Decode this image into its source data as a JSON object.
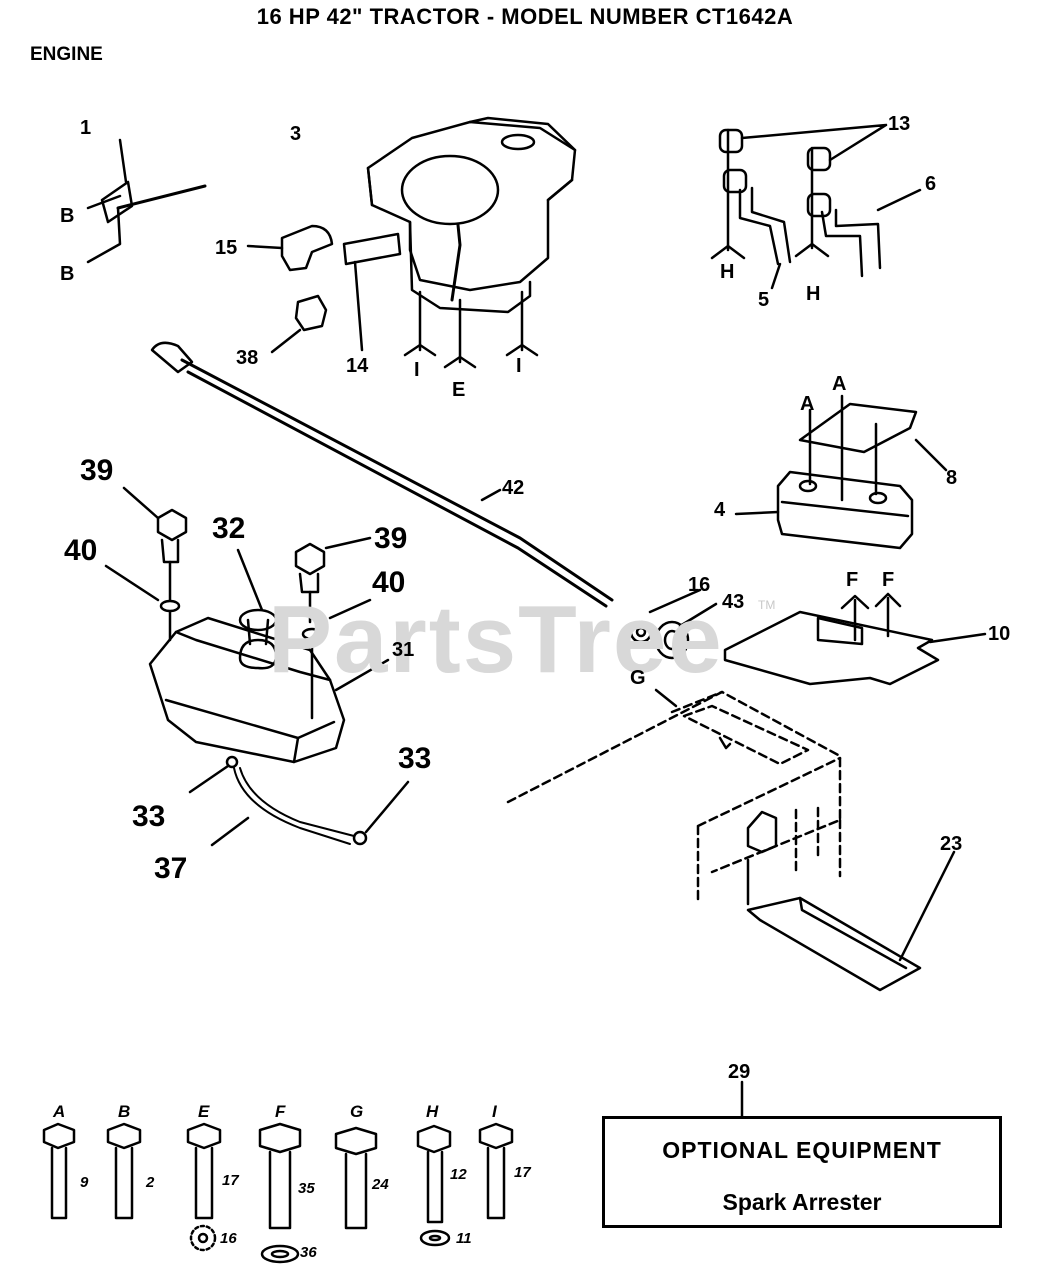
{
  "header": {
    "title": "16 HP 42\" TRACTOR - MODEL NUMBER CT1642A",
    "section": "ENGINE"
  },
  "watermark": {
    "text": "PartsTree",
    "tm": "TM"
  },
  "callouts": {
    "c1": "1",
    "c3": "3",
    "c13": "13",
    "c6": "6",
    "c5": "5",
    "c15": "15",
    "c14": "14",
    "c38": "38",
    "c42": "42",
    "c4": "4",
    "c8": "8",
    "c39a": "39",
    "c39b": "39",
    "c32": "32",
    "c40a": "40",
    "c40b": "40",
    "c31": "31",
    "c16": "16",
    "c43": "43",
    "c10": "10",
    "c33a": "33",
    "c33b": "33",
    "c37": "37",
    "c23": "23",
    "c29": "29"
  },
  "fastener_refs": {
    "b1": "B",
    "b2": "B",
    "h1": "H",
    "h2": "H",
    "i1": "I",
    "i2": "I",
    "e": "E",
    "a1": "A",
    "a2": "A",
    "f1": "F",
    "f2": "F",
    "g": "G"
  },
  "hardware": [
    {
      "letter": "A",
      "number": "9"
    },
    {
      "letter": "B",
      "number": "2"
    },
    {
      "letter": "E",
      "number": "17",
      "washer": "16"
    },
    {
      "letter": "F",
      "number": "35",
      "washer": "36"
    },
    {
      "letter": "G",
      "number": "24"
    },
    {
      "letter": "H",
      "number": "12",
      "washer": "11"
    },
    {
      "letter": "I",
      "number": "17"
    }
  ],
  "optional_equipment": {
    "title": "OPTIONAL EQUIPMENT",
    "item": "Spark Arrester"
  }
}
